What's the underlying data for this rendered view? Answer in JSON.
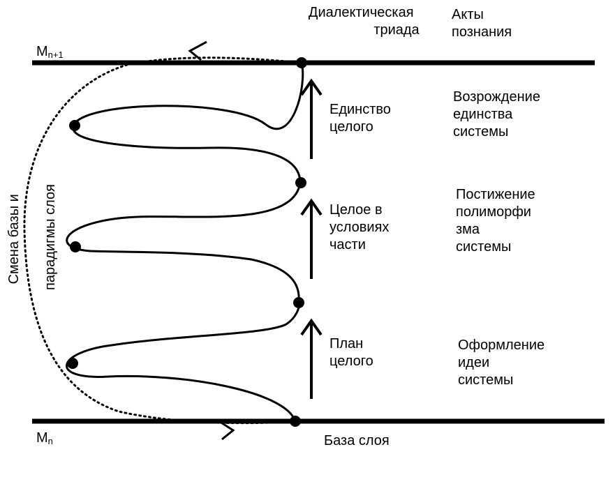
{
  "headers": {
    "triad": [
      "Диалектическая",
      "триада"
    ],
    "acts": [
      "Акты",
      "познания"
    ]
  },
  "levels": {
    "top": {
      "base": "M",
      "subscript": "n+1"
    },
    "bottom": {
      "base": "M",
      "subscript": "n"
    }
  },
  "base_label": "База слоя",
  "side_label": [
    "Смена базы и",
    "парадигмы слоя"
  ],
  "triad_stages": [
    [
      "Единство",
      "целого"
    ],
    [
      "Целое в",
      "условиях",
      "части"
    ],
    [
      "План",
      "целого"
    ]
  ],
  "cognition_acts": [
    [
      "Возрождение",
      "единства",
      "системы"
    ],
    [
      "Постижение",
      "полиморфи",
      "зма",
      "системы"
    ],
    [
      "Оформление",
      "идеи",
      "системы"
    ]
  ],
  "colors": {
    "stroke": "#000000",
    "background": "#ffffff"
  }
}
